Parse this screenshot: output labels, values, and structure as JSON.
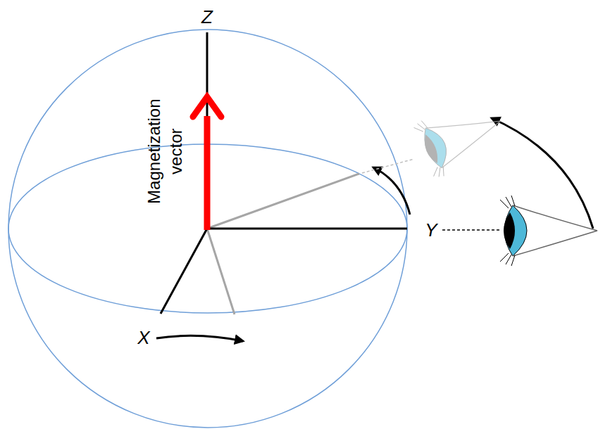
{
  "diagram": {
    "labels": [
      "Z",
      "Magnetization vector",
      "Y",
      "X"
    ]
  }
}
